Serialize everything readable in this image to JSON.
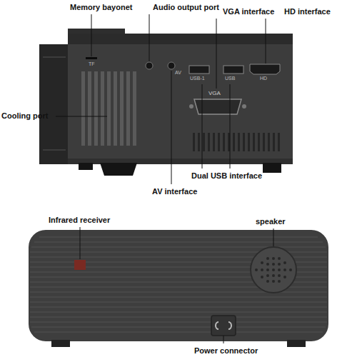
{
  "diagram": {
    "labels": [
      "Memory bayonet",
      "Audio output port",
      "VGA interface",
      "HD interface",
      "TF",
      "AV",
      "USB-1",
      "USB",
      "HD",
      "VGA",
      "Cooling port",
      "Dual USB interface",
      "AV interface",
      "Infrared receiver",
      "speaker",
      "Power connector"
    ]
  }
}
